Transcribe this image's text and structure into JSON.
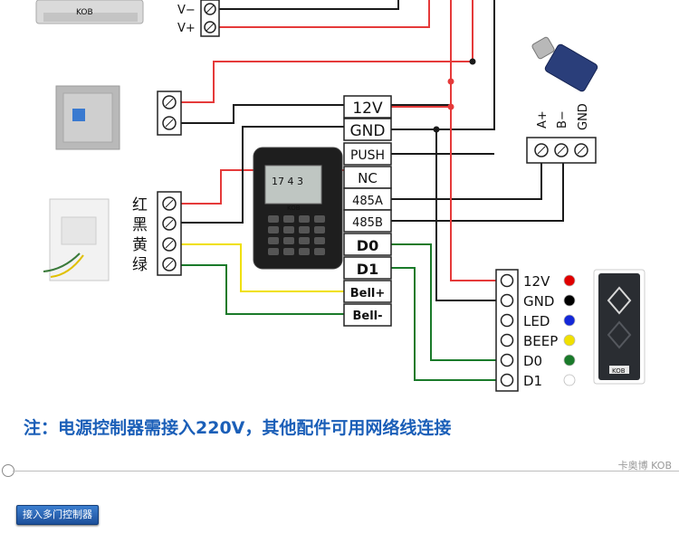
{
  "lock_terminals": [
    "V−",
    "V+"
  ],
  "controller_terminals": [
    "12V",
    "GND",
    "PUSH",
    "NC",
    "485A",
    "485B",
    "D0",
    "D1",
    "Bell+",
    "Bell-"
  ],
  "bell_wire_colors": [
    "红",
    "黑",
    "黄",
    "绿"
  ],
  "converter_terminals": [
    "A+",
    "B−",
    "GND"
  ],
  "reader_terminals": [
    "12V",
    "GND",
    "LED",
    "BEEP",
    "D0",
    "D1"
  ],
  "reader_dot_colors": [
    "#e00000",
    "#000000",
    "#1428d8",
    "#f0e000",
    "#1a7a2a",
    "#ffffff"
  ],
  "wire_colors": {
    "red": "#e53a3a",
    "black": "#1a1a1a",
    "yellow": "#f0e000",
    "green": "#1a7a2a"
  },
  "controller_brand": "KOB",
  "controller_screen": [
    "17 4 3",
    "KOB"
  ],
  "note": "注：电源控制器需接入220V，其他配件可用网络线连接",
  "brand_mark": "卡奥博 KOB",
  "multi_door_button": "接入多门控制器"
}
